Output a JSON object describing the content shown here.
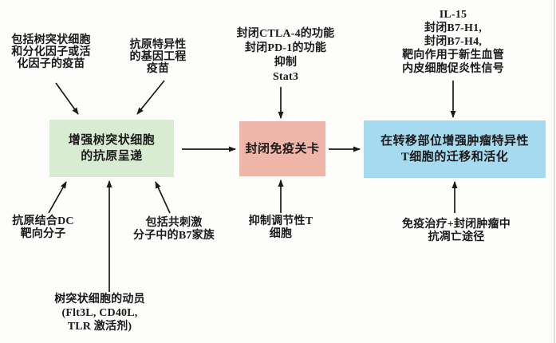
{
  "diagram": {
    "boxes": {
      "dendritic": {
        "lines": [
          "增强树突状细胞",
          "的抗原呈递"
        ],
        "fill": "#d7ecd1"
      },
      "checkpoint": {
        "lines": [
          "封闭免疫关卡"
        ],
        "fill": "#efb5a8"
      },
      "metastasis": {
        "lines": [
          "在转移部位增强肿瘤特异性",
          "T细胞的迁移和活化"
        ],
        "fill": "#a6daee"
      }
    },
    "annotations": {
      "dc_vaccines": {
        "lines": [
          "包括树突状细胞",
          "和分化因子或活",
          "化因子的疫苗"
        ]
      },
      "gene_vaccines": {
        "lines": [
          "抗原特异性",
          "的基因工程",
          "疫苗"
        ]
      },
      "checkpoint_methods": {
        "lines": [
          "封闭CTLA-4的功能",
          "封闭PD-1的功能",
          "抑制",
          "Stat3"
        ]
      },
      "il15_signals": {
        "lines": [
          "IL-15",
          "封闭B7-H1,",
          "封闭B7-H4,",
          "靶向作用于新生血管",
          "内皮细胞促炎性信号"
        ]
      },
      "dc_targeting": {
        "lines": [
          "抗原结合DC",
          "靶向分子"
        ]
      },
      "b7_family": {
        "lines": [
          "包括共刺激",
          "分子中的B7家族"
        ]
      },
      "treg_suppression": {
        "lines": [
          "抑制调节性T",
          "细胞"
        ]
      },
      "antiapoptotic": {
        "lines": [
          "免疫治疗+封闭肿瘤中",
          "抗凋亡途径"
        ]
      },
      "dc_mobilization": {
        "lines": [
          "树突状细胞的动员",
          "(Flt3L, CD40L,",
          "TLR 激活剂)"
        ]
      }
    },
    "colors": {
      "arrow": "#1a1a1a",
      "text": "#1a1a1a",
      "box_green": "#d7ecd1",
      "box_pink": "#efb5a8",
      "box_blue": "#a6daee"
    }
  }
}
